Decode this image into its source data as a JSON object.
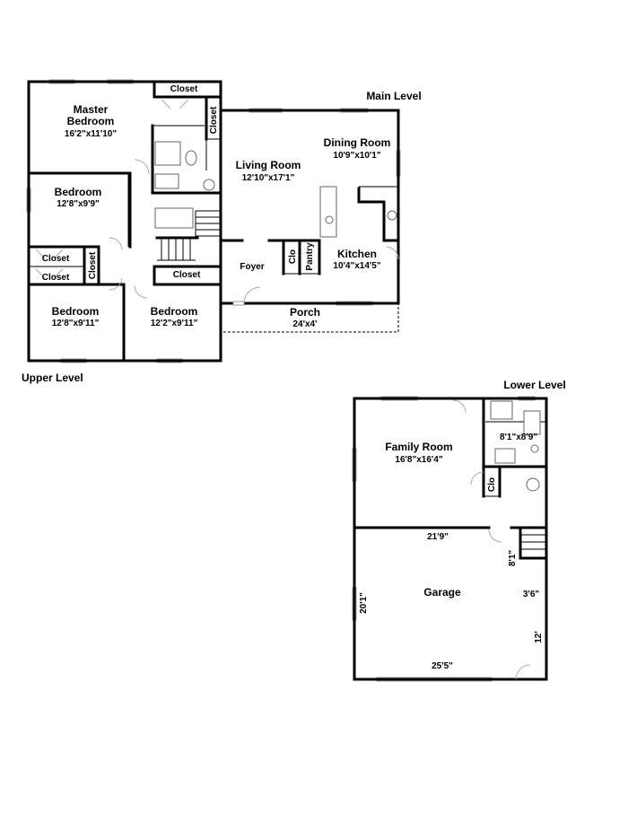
{
  "levels": {
    "upper": "Upper Level",
    "main": "Main Level",
    "lower": "Lower Level"
  },
  "upper": {
    "master": {
      "name1": "Master",
      "name2": "Bedroom",
      "dims": "16'2\"x11'10\""
    },
    "closet_top": "Closet",
    "closet_side": "Closet",
    "bed_left": {
      "name": "Bedroom",
      "dims": "12'8\"x9'9\""
    },
    "closet_a": "Closet",
    "closet_b": "Closet",
    "closet_vert": "Closet",
    "closet_c": "Closet",
    "bed_bl": {
      "name": "Bedroom",
      "dims": "12'8\"x9'11\""
    },
    "bed_br": {
      "name": "Bedroom",
      "dims": "12'2\"x9'11\""
    }
  },
  "main": {
    "living": {
      "name": "Living Room",
      "dims": "12'10\"x17'1\""
    },
    "dining": {
      "name": "Dining Room",
      "dims": "10'9\"x10'1\""
    },
    "kitchen": {
      "name": "Kitchen",
      "dims": "10'4\"x14'5\""
    },
    "foyer": "Foyer",
    "clo": "Clo",
    "pantry": "Pantry",
    "porch": {
      "name": "Porch",
      "dims": "24'x4'"
    }
  },
  "lower": {
    "family": {
      "name": "Family Room",
      "dims": "16'8\"x16'4\""
    },
    "bath_dims": "8'1\"x8'9\"",
    "clo": "Clo",
    "garage": "Garage",
    "dim_width_top": "21'9\"",
    "dim_depth": "20'1\"",
    "dim_stair": "8'1\"",
    "dim_landing": "3'6\"",
    "dim_right": "12'",
    "dim_width_bottom": "25'5\""
  }
}
